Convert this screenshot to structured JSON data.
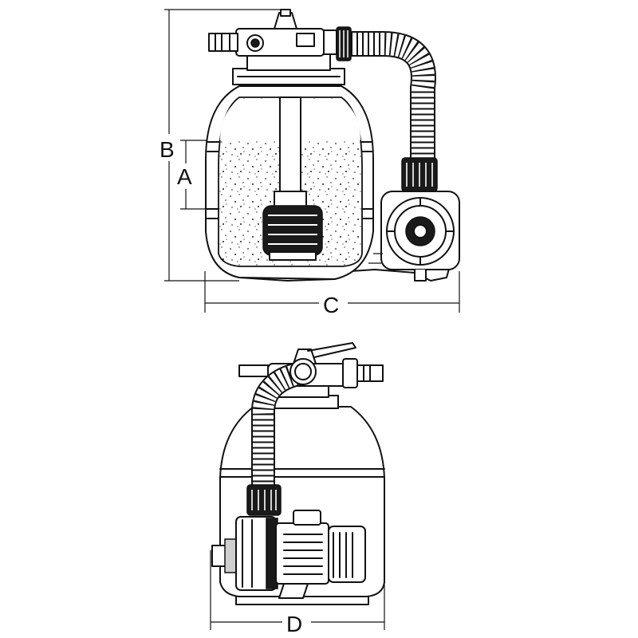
{
  "dimensions": {
    "a": "A",
    "b": "B",
    "c": "C",
    "d": "D"
  },
  "colors": {
    "line": "#111111",
    "background": "#ffffff",
    "dark_fill": "#1a1a1a"
  }
}
